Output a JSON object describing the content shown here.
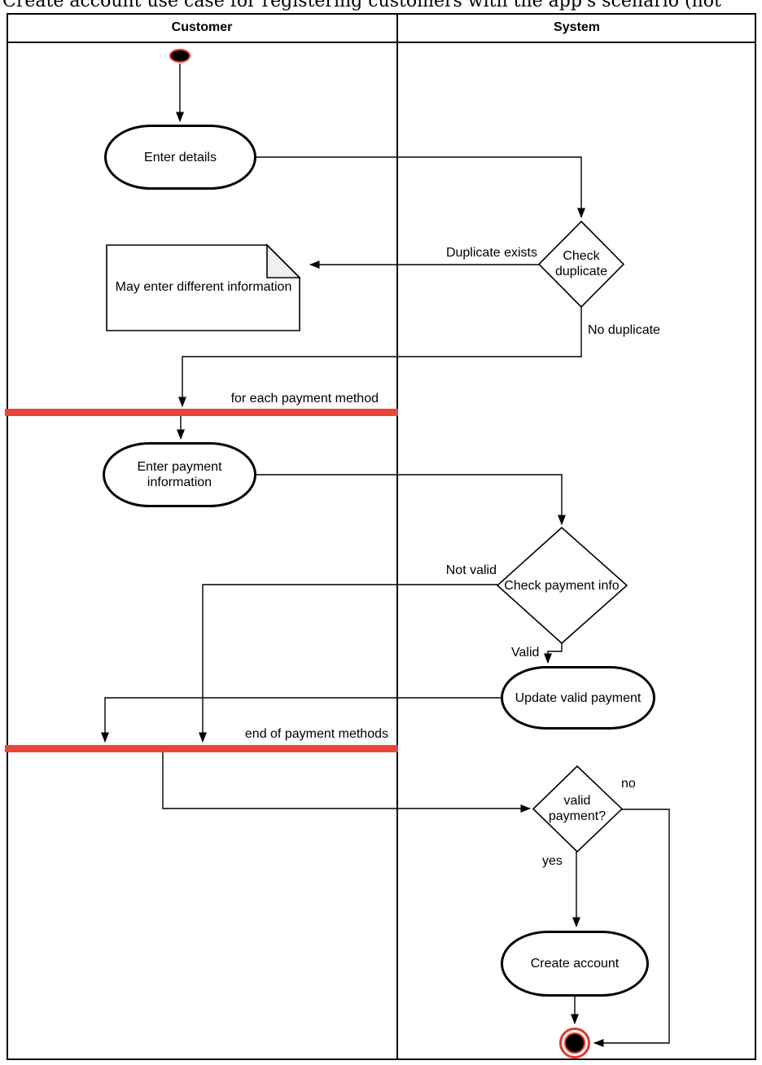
{
  "caption": {
    "text": "Create account use case for registering customers with the app's scenario (not"
  },
  "lanes": {
    "customer": "Customer",
    "system": "System"
  },
  "nodes": {
    "enter_details": "Enter details",
    "check_duplicate_line1": "Check",
    "check_duplicate_line2": "duplicate",
    "note_text": "May enter different information",
    "enter_payment_line1": "Enter payment",
    "enter_payment_line2": "information",
    "check_payment": "Check payment info",
    "update_valid": "Update valid payment",
    "valid_payment_line1": "valid",
    "valid_payment_line2": "payment?",
    "create_account": "Create account"
  },
  "edges": {
    "duplicate_exists": "Duplicate exists",
    "no_duplicate": "No duplicate",
    "for_each_payment_method": "for each payment method",
    "not_valid": "Not valid",
    "valid": "Valid",
    "end_of_payment_methods": "end of payment methods",
    "no": "no",
    "yes": "yes"
  },
  "colors": {
    "bar_red": "#e8463a",
    "node_red": "#e8352a",
    "line_black": "#000000",
    "note_fold": "#f0f0f0"
  }
}
